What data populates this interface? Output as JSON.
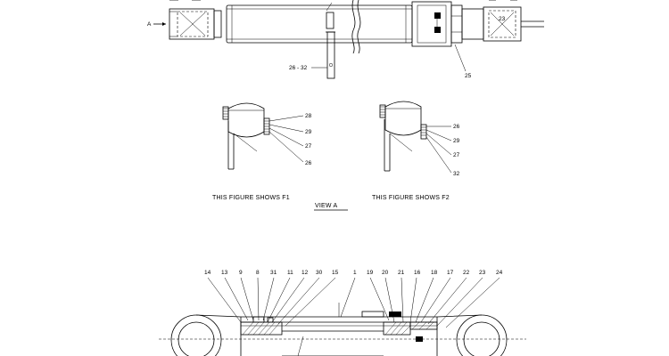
{
  "view_marker": "A",
  "top_labels": {
    "l25": "25",
    "l26_32": "26 - 32",
    "l23": "23"
  },
  "detail_f1": {
    "l28": "28",
    "l29": "29",
    "l27": "27",
    "l26": "26"
  },
  "detail_f2": {
    "l26": "26",
    "l29": "29",
    "l27": "27",
    "l32": "32"
  },
  "captions": {
    "f1": "THIS FIGURE SHOWS  F1",
    "f2": "THIS FIGURE SHOWS  F2",
    "view": "VIEW   A"
  },
  "section_labels": [
    "14",
    "13",
    "9",
    "8",
    "31",
    "11",
    "12",
    "30",
    "15",
    "1",
    "19",
    "20",
    "21",
    "16",
    "18",
    "17",
    "22",
    "23",
    "24"
  ]
}
